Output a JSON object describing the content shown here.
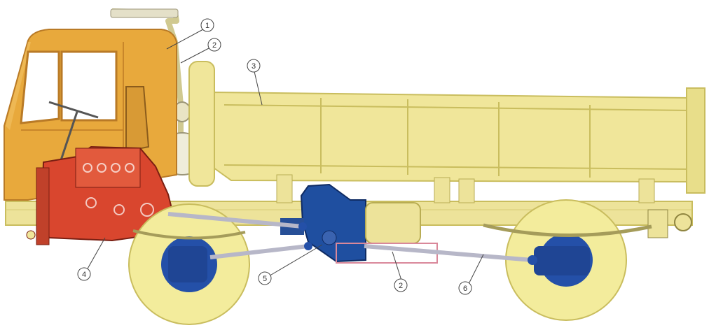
{
  "diagram": {
    "callouts": [
      {
        "id": "c1",
        "label": "1"
      },
      {
        "id": "c2a",
        "label": "2"
      },
      {
        "id": "c3",
        "label": "3"
      },
      {
        "id": "c4",
        "label": "4"
      },
      {
        "id": "c5",
        "label": "5"
      },
      {
        "id": "c2b",
        "label": "2"
      },
      {
        "id": "c6",
        "label": "6"
      }
    ],
    "colors": {
      "cab": "#e8a93c",
      "cab_dark": "#c8862a",
      "body": "#f0e69a",
      "body_edge": "#c9bd5e",
      "engine": "#d9462e",
      "gearbox": "#1f4fa0",
      "wheel": "#f3ec9c",
      "hub": "#2450a8",
      "shaft": "#b7b7c8",
      "outline": "#6b6440"
    }
  }
}
